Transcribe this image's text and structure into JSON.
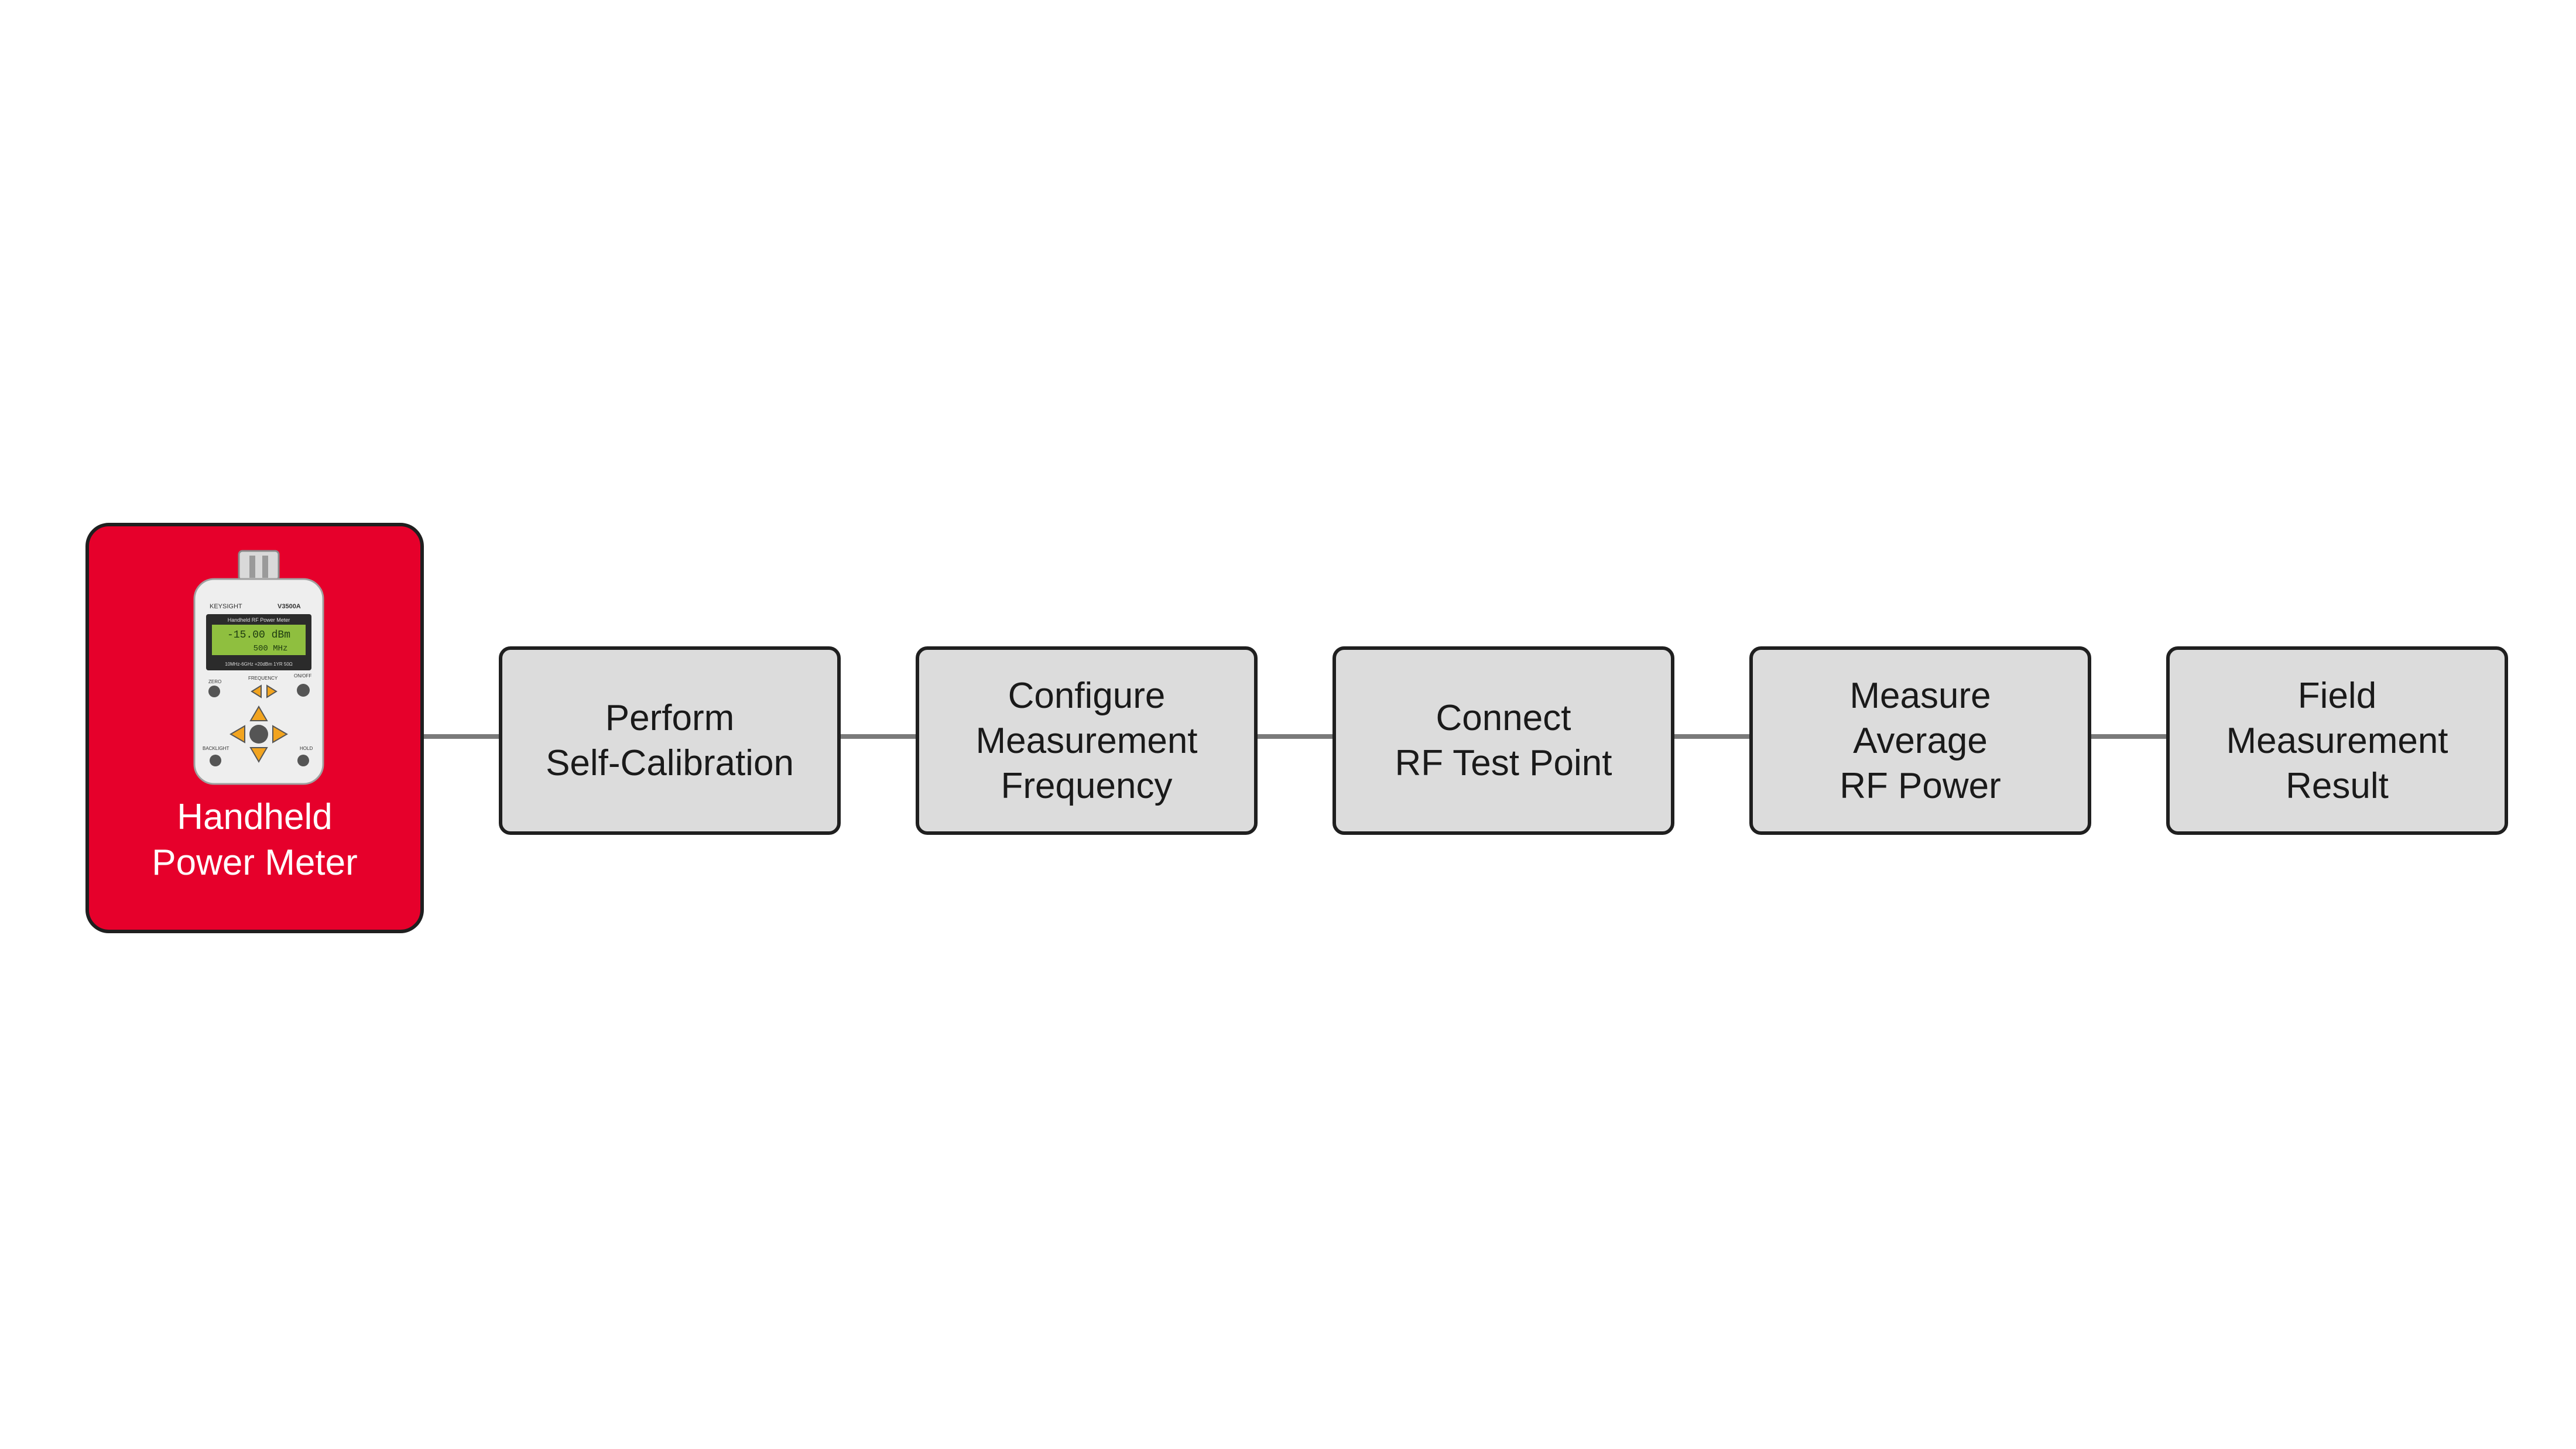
{
  "device": {
    "label_lines": [
      "Handheld",
      "Power Meter"
    ],
    "brand_text": "KEYSIGHT",
    "model_text": "V3500A",
    "screen_title": "Handheld RF Power Meter",
    "screen_reading": "-15.00 dBm",
    "screen_freq": "500 MHz",
    "screen_footer": "10MHz-6GHz +20dBm 1YR 50Ω",
    "button_labels": {
      "zero": "ZERO",
      "frequency": "FREQUENCY",
      "onoff": "ON/OFF",
      "backlight": "BACKLIGHT",
      "hold": "HOLD"
    }
  },
  "steps": [
    {
      "lines": [
        "Perform",
        "Self-Calibration"
      ]
    },
    {
      "lines": [
        "Configure",
        "Measurement",
        "Frequency"
      ]
    },
    {
      "lines": [
        "Connect",
        "RF Test Point"
      ]
    },
    {
      "lines": [
        "Measure",
        "Average",
        "RF Power"
      ]
    },
    {
      "lines": [
        "Field",
        "Measurement",
        "Result"
      ]
    }
  ],
  "colors": {
    "device_fill": "#e6002b",
    "step_fill": "#dcdcdc",
    "border": "#1f1f1f",
    "connector": "#7a7a7a"
  }
}
